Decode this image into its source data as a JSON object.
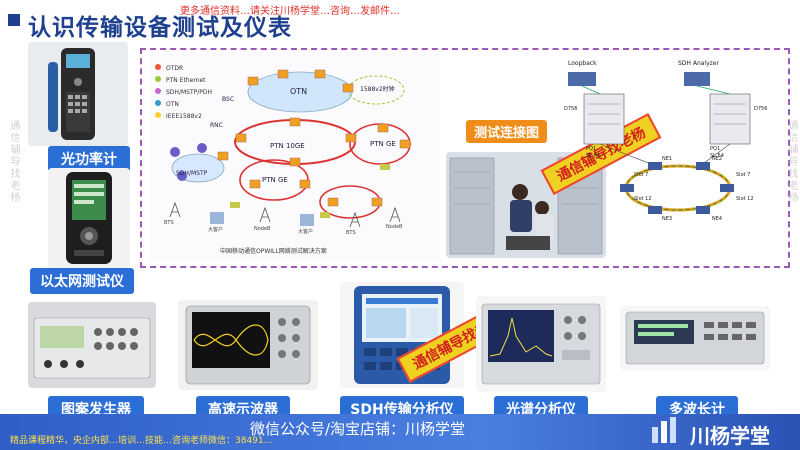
{
  "header": {
    "title": "认识传输设备测试及仪表",
    "top_note": "更多通信资料…请关注川杨学堂…咨询…发邮件…"
  },
  "labels": {
    "optical_power_meter": "光功率计",
    "ethernet_tester": "以太网测试仪",
    "pattern_generator": "图案发生器",
    "oscilloscope": "高速示波器",
    "sdh_analyzer": "SDH传输分析仪",
    "spectrum_analyzer": "光谱分析仪",
    "wavelength_meter": "多波长计",
    "test_connection": "测试连接图"
  },
  "diagram": {
    "legend": [
      "OTDR",
      "PTN Ethernet",
      "SDH/MSTP/PDH",
      "OTN",
      "IEEE1588v2"
    ],
    "nodes": {
      "otn": "OTN",
      "ptn10ge": "PTN 10GE",
      "ptnge1": "PTN GE",
      "ptnge2": "PTN GE",
      "sdh": "SDH/MSTP",
      "bsc": "BSC",
      "rnc": "RNC",
      "ring": "1588v2时钟"
    },
    "bottom_caption": "中国移动通信OPWILL网络测试解决方案",
    "small_labels": [
      "BTS",
      "大客户",
      "NodeB",
      "大客户",
      "BTS",
      "NodeB"
    ]
  },
  "sdh_diagram": {
    "loopback": "Loopback",
    "analyzer": "SDH Analyzer",
    "dev1": "D756",
    "dev2": "D756",
    "pq1a": "PQ1",
    "pq1b": "PQ1",
    "slot_a": "SL 64",
    "slot_b": "SL 64",
    "ring_labels": [
      "NE1",
      "NE2",
      "NE3",
      "NE4",
      "Slot 7",
      "Slot 12",
      "Slot 7",
      "Slot 12"
    ]
  },
  "stamps": {
    "a": "通信辅导找老杨",
    "b": "通信辅导找老杨",
    "c": "通信辅导找老杨"
  },
  "side_watermark": "通信辅导找老杨",
  "footer": {
    "main": "微信公众号/淘宝店铺：川杨学堂",
    "sub": "精品课程精华，央企内部…培训…技能…咨询老师微信：38491…",
    "logo": "川杨学堂"
  },
  "colors": {
    "title": "#1f3f8f",
    "label_blue": "#2b6fd6",
    "label_orange": "#f08c1a",
    "frame": "#9b59b6",
    "footer": "#3a6bd6"
  }
}
